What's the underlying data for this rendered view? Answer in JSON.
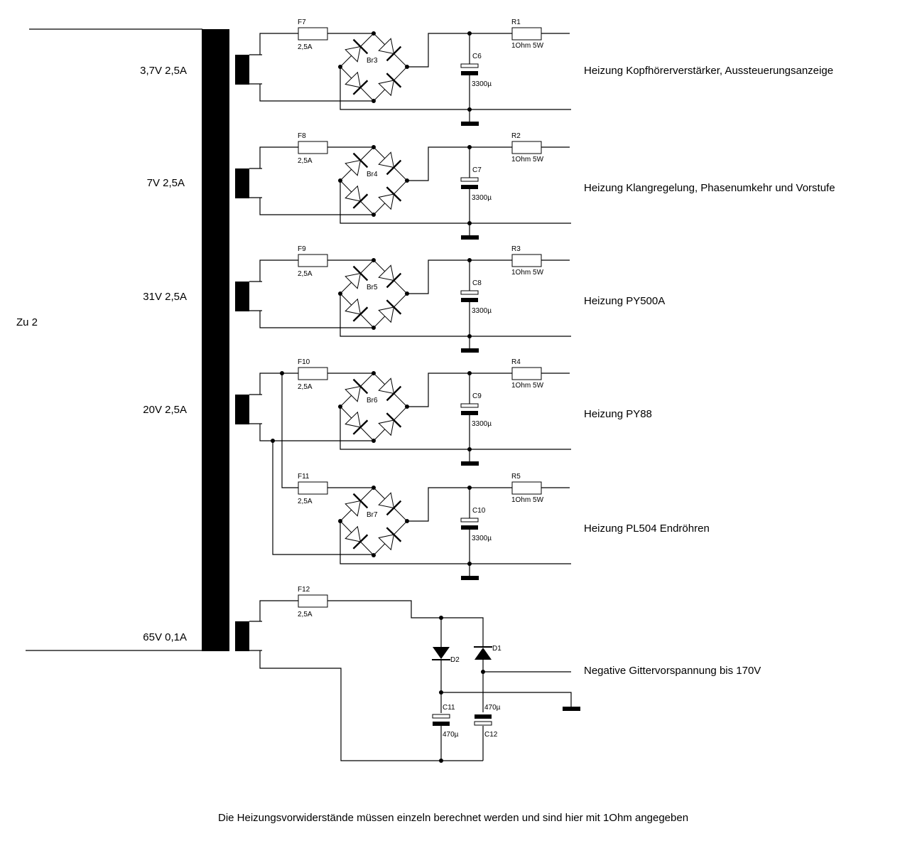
{
  "diagram": {
    "type": "circuit-schematic",
    "title": "Heater supply schematic",
    "input_label": "Zu 2",
    "footnote": "Die Heizungsvorwiderstände müssen einzeln berechnet werden und sind hier mit 1Ohm angegeben",
    "colors": {
      "ink": "#000000",
      "background": "#ffffff"
    }
  },
  "transformer": {
    "windings": [
      {
        "label": "3,7V 2,5A"
      },
      {
        "label": "7V 2,5A"
      },
      {
        "label": "31V 2,5A"
      },
      {
        "label": "20V 2,5A"
      },
      {
        "label": "65V 0,1A"
      }
    ]
  },
  "stages": [
    {
      "fuse": "F7",
      "fuse_value": "2,5A",
      "bridge": "Br3",
      "cap": "C6",
      "cap_value": "3300µ",
      "resistor": "R1",
      "resistor_value": "1Ohm 5W",
      "load": "Heizung Kopfhörerverstärker, Aussteuerungsanzeige"
    },
    {
      "fuse": "F8",
      "fuse_value": "2,5A",
      "bridge": "Br4",
      "cap": "C7",
      "cap_value": "3300µ",
      "resistor": "R2",
      "resistor_value": "1Ohm 5W",
      "load": "Heizung Klangregelung, Phasenumkehr und Vorstufe"
    },
    {
      "fuse": "F9",
      "fuse_value": "2,5A",
      "bridge": "Br5",
      "cap": "C8",
      "cap_value": "3300µ",
      "resistor": "R3",
      "resistor_value": "1Ohm 5W",
      "load": "Heizung PY500A"
    },
    {
      "fuse": "F10",
      "fuse_value": "2,5A",
      "bridge": "Br6",
      "cap": "C9",
      "cap_value": "3300µ",
      "resistor": "R4",
      "resistor_value": "1Ohm 5W",
      "load": "Heizung PY88"
    },
    {
      "fuse": "F11",
      "fuse_value": "2,5A",
      "bridge": "Br7",
      "cap": "C10",
      "cap_value": "3300µ",
      "resistor": "R5",
      "resistor_value": "1Ohm 5W",
      "load": "Heizung PL504 Endröhren"
    }
  ],
  "bias_stage": {
    "fuse": "F12",
    "fuse_value": "2,5A",
    "diode_a": "D2",
    "diode_b": "D1",
    "cap_a": "C11",
    "cap_a_value": "470µ",
    "cap_b": "C12",
    "cap_b_value": "470µ",
    "load": "Negative Gittervorspannung bis 170V"
  }
}
